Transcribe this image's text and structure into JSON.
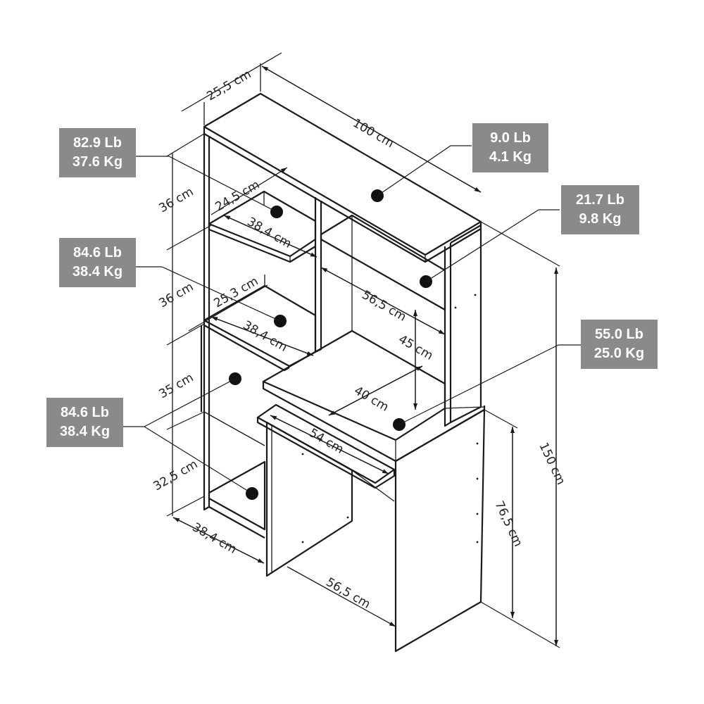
{
  "dimensions": {
    "depth_top": "25,5 cm",
    "width_top": "100 cm",
    "shelf_height_1": "36 cm",
    "shelf_height_2": "36 cm",
    "shelf_height_3": "35 cm",
    "shelf_height_4": "32,5 cm",
    "shelf_depth_1": "24,5 cm",
    "shelf_width_1": "38,4 cm",
    "shelf_depth_2": "25,3 cm",
    "shelf_width_2": "38,4 cm",
    "inner_width": "56,5 cm",
    "inner_height": "45 cm",
    "desk_depth": "40 cm",
    "keyboard_width": "54 cm",
    "total_height": "150 cm",
    "desk_height": "76,5 cm",
    "bottom_width": "38,4 cm",
    "bottom_depth": "56,5 cm"
  },
  "weights": {
    "top": {
      "lb": "9.0 Lb",
      "kg": "4.1 Kg"
    },
    "shelf_upper_left": {
      "lb": "82.9 Lb",
      "kg": "37.6 Kg"
    },
    "shelf_right": {
      "lb": "21.7 Lb",
      "kg": "9.8 Kg"
    },
    "shelf_mid_left": {
      "lb": "84.6 Lb",
      "kg": "38.4 Kg"
    },
    "desk": {
      "lb": "55.0 Lb",
      "kg": "25.0 Kg"
    },
    "shelf_lower_left": {
      "lb": "84.6 Lb",
      "kg": "38.4 Kg"
    }
  },
  "colors": {
    "badge_bg": "#8a8a8a",
    "badge_text": "#ffffff",
    "line": "#1a1a1a"
  }
}
